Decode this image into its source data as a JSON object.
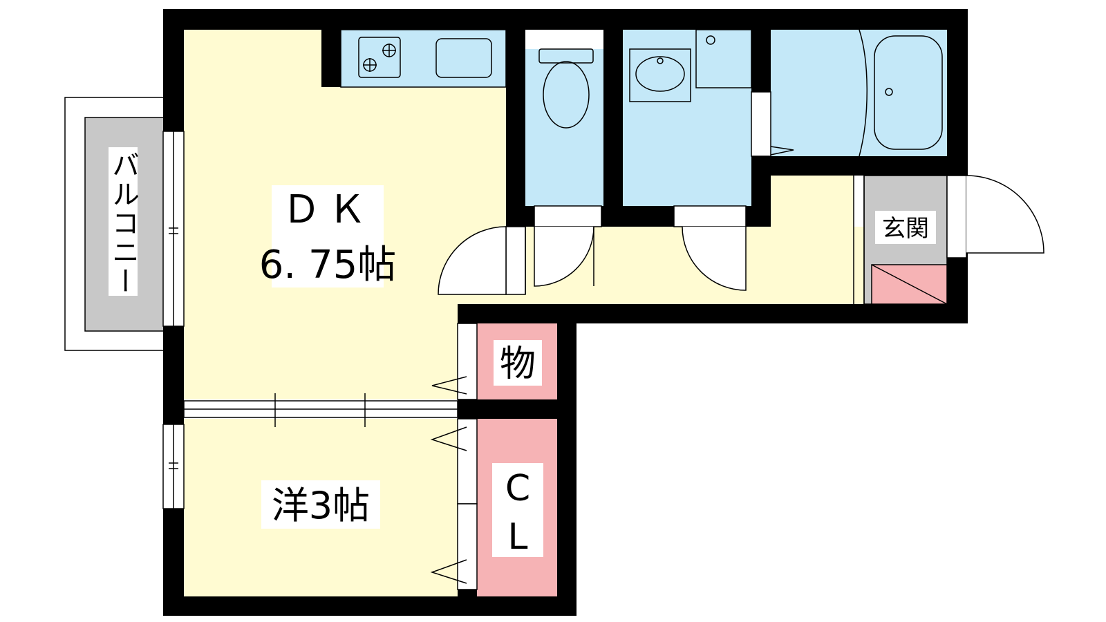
{
  "floor_plan": {
    "colors": {
      "wall": "#000000",
      "room_floor": "#fffbd2",
      "wet_area": "#c4e8f8",
      "storage": "#f6b3b5",
      "entrance_floor": "#c8c8c8",
      "balcony": "#c8c8c8"
    },
    "rooms": {
      "dk": {
        "line1": "ＤＫ",
        "line2": "6. 75帖"
      },
      "western": {
        "label": "洋3帖"
      },
      "storage_mono": {
        "label": "物"
      },
      "closet": {
        "line1": "C",
        "line2": "L"
      },
      "entrance": {
        "label": "玄関"
      },
      "balcony": {
        "label": "バルコニー"
      }
    },
    "fixtures": [
      "stove-icon",
      "sink-icon",
      "toilet-icon",
      "washbasin-icon",
      "bathtub-icon",
      "shoe-cabinet-icon"
    ]
  }
}
